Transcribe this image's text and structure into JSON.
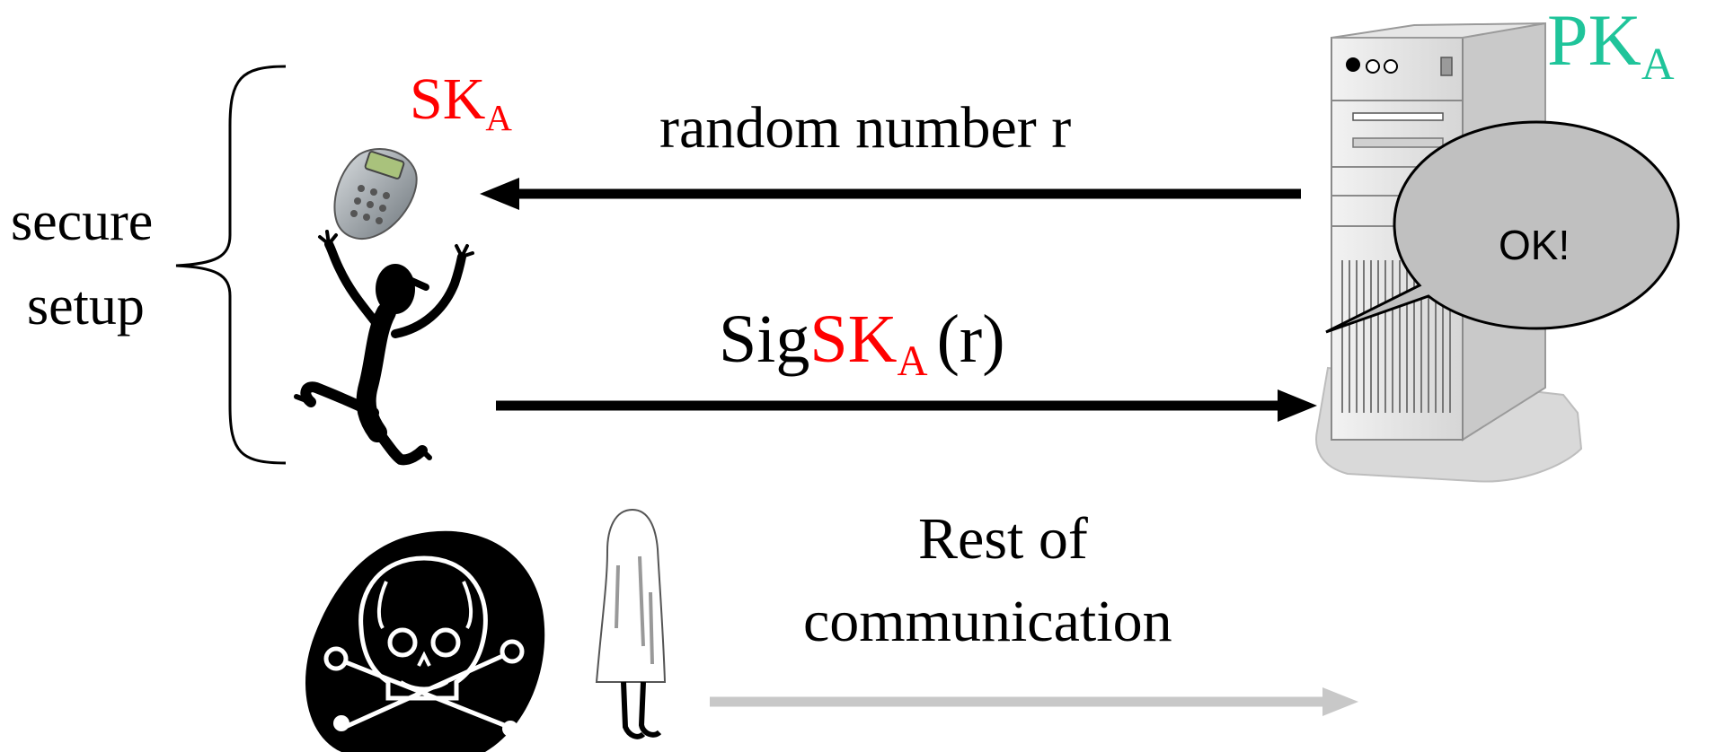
{
  "colors": {
    "secret_key": "#ff0000",
    "public_key": "#1fc49a",
    "arrow_main": "#000000",
    "arrow_rest": "#c8c8c8",
    "bubble_fill": "#c0c0c0"
  },
  "labels": {
    "sk_main": "SK",
    "sk_sub": "A",
    "pk_main": "PK",
    "pk_sub": "A",
    "challenge": "random number r",
    "sig_prefix": "Sig",
    "sig_key": "SK",
    "sig_key_sub": "A",
    "sig_suffix": "(r)",
    "setup_line1": "secure",
    "setup_line2": "setup",
    "bubble": "OK!",
    "rest_line1": "Rest of",
    "rest_line2": "communication"
  },
  "icons": {
    "token": "keypad-token-icon",
    "user": "dancing-person-icon",
    "server": "server-tower-icon",
    "attacker": "skull-crossbones-icon",
    "ghost": "ghost-icon"
  }
}
